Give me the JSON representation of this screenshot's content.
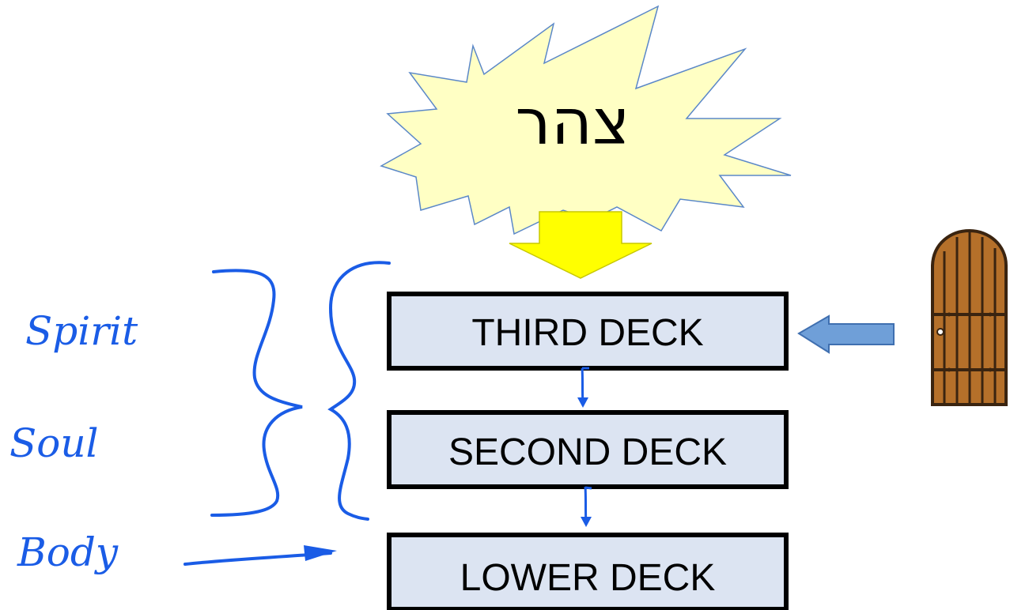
{
  "burst": {
    "hebrew_word": "צהר",
    "fill": "#FFFFC4",
    "stroke": "#5B88C8"
  },
  "down_arrow": {
    "fill": "#FFFF00",
    "stroke": "#C8C800"
  },
  "decks": [
    {
      "label": "THIRD DECK"
    },
    {
      "label": "SECOND DECK"
    },
    {
      "label": "LOWER DECK"
    }
  ],
  "deck_style": {
    "fill": "#DCE4F2",
    "stroke": "#000000"
  },
  "handwriting": {
    "color": "#1A5CE6",
    "labels": {
      "spirit": "Spirit",
      "soul": "Soul",
      "body": "Body"
    }
  },
  "side_arrow": {
    "fill": "#6F9FD8",
    "stroke": "#3F6FB0"
  },
  "door": {
    "icon": "wooden-door-icon",
    "wood": "#B5702A",
    "dark": "#3A2410"
  }
}
